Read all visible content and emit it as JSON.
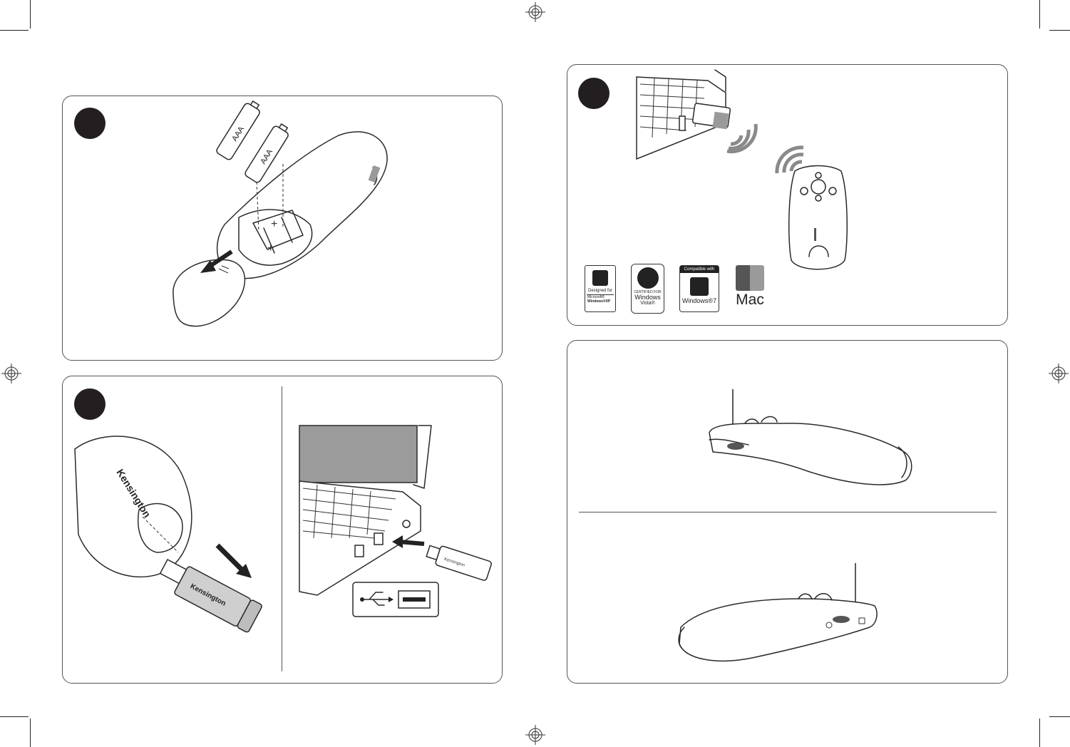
{
  "battery_labels": [
    "AAA",
    "AAA"
  ],
  "brand": {
    "remote_brand": "Kensington",
    "receiver_brand": "Kensington",
    "small_receiver_brand": "Kensington"
  },
  "logos": {
    "xp": {
      "line1": "Designed for",
      "line2": "Microsoft®",
      "line3": "Windows®XP"
    },
    "vista": {
      "line1": "CERTIFIED FOR",
      "line2": "Windows",
      "line3": "Vista®"
    },
    "win7": {
      "header": "Compatible with",
      "label": "Windows®7"
    },
    "mac": {
      "label": "Mac"
    }
  },
  "icons": [
    "step-1-marker",
    "step-2-marker",
    "step-3-marker",
    "usb-symbol-icon",
    "wireless-signal-icon",
    "registration-mark-icon"
  ]
}
